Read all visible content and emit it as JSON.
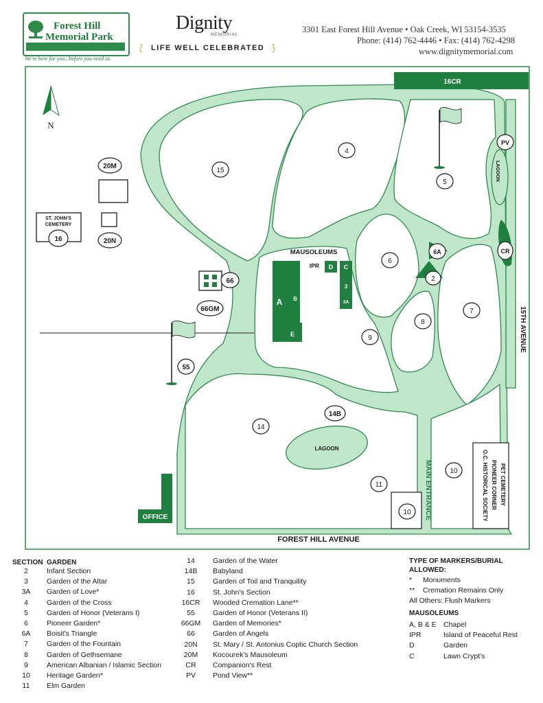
{
  "header": {
    "logo_line1": "Forest Hill",
    "logo_line2": "Memorial Park",
    "logo_tagline": "We're here for you...before you need us.",
    "brand": "Dignity",
    "brand_sub": "MEMORIAL",
    "slogan": "LIFE WELL CELEBRATED",
    "address": "3301 East Forest Hill Avenue • Oak Creek, WI 53154-3535",
    "phone": "Phone: (414) 762-4446 • Fax: (414) 762-4298",
    "website": "www.dignitymemorial.com"
  },
  "map": {
    "north": "N",
    "street_bottom": "FOREST HILL AVENUE",
    "street_right": "15TH AVENUE",
    "main_entrance": "MAIN ENTRANCE",
    "mausoleums": "MAUSOLEUMS",
    "office": "OFFICE",
    "lagoon_a": "LAGOON",
    "lagoon_b": "LAGOON",
    "st_johns": "ST. JOHN'S\nCEMETERY",
    "st_johns_l1": "ST. JOHN'S",
    "st_johns_l2": "CEMETERY",
    "pet_l1": "PET CEMETERY",
    "pet_l2": "PIONEER CORNER",
    "pet_l3": "O.C. HISTORICAL SOCIETY",
    "mausoleum_marks": {
      "ipr": "IPR",
      "d": "D",
      "c": "C",
      "three": "3",
      "threeA": "3A",
      "b": "B",
      "a": "A",
      "e": "E"
    },
    "sections": {
      "s16cr": "16CR",
      "s4": "4",
      "s15": "15",
      "s20m": "20M",
      "s5": "5",
      "spv": "PV",
      "s16": "16",
      "s20n": "20N",
      "s6": "6",
      "s6a": "6A",
      "scr": "CR",
      "s66": "66",
      "s66gm": "66GM",
      "s2": "2",
      "s8": "8",
      "s7": "7",
      "s9": "9",
      "s55": "55",
      "s14b": "14B",
      "s14": "14",
      "s10a": "10",
      "s11": "11",
      "s10b": "10"
    }
  },
  "legend": {
    "col1_head_code": "SECTION",
    "col1_head_name": "GARDEN",
    "col1": [
      {
        "code": "2",
        "name": "Infant Section"
      },
      {
        "code": "3",
        "name": "Garden of the Altar"
      },
      {
        "code": "3A",
        "name": "Garden of Love*"
      },
      {
        "code": "4",
        "name": "Garden of the Cross"
      },
      {
        "code": "5",
        "name": "Garden of Honor (Veterans I)"
      },
      {
        "code": "6",
        "name": "Pioneer Garden*"
      },
      {
        "code": "6A",
        "name": "Boisit's Triangle"
      },
      {
        "code": "7",
        "name": "Garden of the Fountain"
      },
      {
        "code": "8",
        "name": "Garden of Gethsemane"
      },
      {
        "code": "9",
        "name": "American Albanian / Islamic Section"
      },
      {
        "code": "10",
        "name": "Heritage Garden*"
      },
      {
        "code": "11",
        "name": "Elm Garden"
      }
    ],
    "col2": [
      {
        "code": "14",
        "name": "Garden of the Water"
      },
      {
        "code": "14B",
        "name": "Babyland"
      },
      {
        "code": "15",
        "name": "Garden of Toil and Tranquility"
      },
      {
        "code": "16",
        "name": "St. John's Section"
      },
      {
        "code": "16CR",
        "name": "Wooded Cremation Lane**"
      },
      {
        "code": "55",
        "name": "Garden of Honor (Veterans II)"
      },
      {
        "code": "66GM",
        "name": "Garden of Memories*"
      },
      {
        "code": "66",
        "name": "Garden of Angels"
      },
      {
        "code": "20N",
        "name": "St. Mary / St. Antonius Coptic Church Section"
      },
      {
        "code": "20M",
        "name": "Kocourek's Mausoleum"
      },
      {
        "code": "CR",
        "name": "Companion's Rest"
      },
      {
        "code": "PV",
        "name": "Pond View**"
      }
    ],
    "markers_head1": "TYPE OF MARKERS/BURIAL",
    "markers_head2": "ALLOWED:",
    "markers": [
      {
        "code": "*",
        "name": "Monuments"
      },
      {
        "code": "**",
        "name": "Cremation Remains Only"
      }
    ],
    "markers_other": "All Others: Flush Markers",
    "mausoleums_head": "MAUSOLEUMS",
    "mausoleums": [
      {
        "code": "A, B & E",
        "name": "Chapel"
      },
      {
        "code": "IPR",
        "name": "Island of Peaceful Rest"
      },
      {
        "code": "D",
        "name": "Garden"
      },
      {
        "code": "C",
        "name": "Lawn Crypt's"
      }
    ]
  }
}
